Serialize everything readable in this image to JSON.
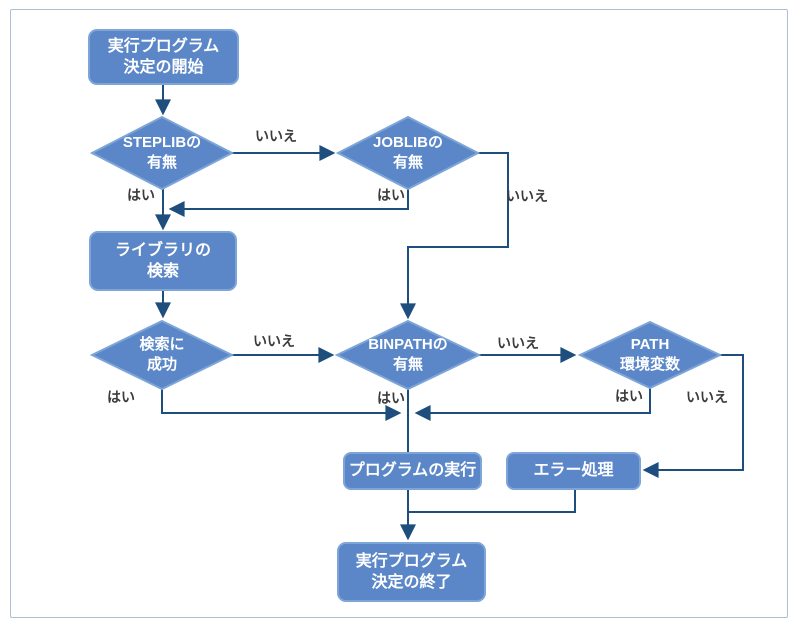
{
  "diagram": {
    "nodes": {
      "start": {
        "label": "実行プログラム\n決定の開始",
        "type": "process"
      },
      "steplib": {
        "label": "STEPLIBの\n有無",
        "type": "decision"
      },
      "joblib": {
        "label": "JOBLIBの\n有無",
        "type": "decision"
      },
      "library": {
        "label": "ライブラリの\n検索",
        "type": "process"
      },
      "search": {
        "label": "検索に\n成功",
        "type": "decision"
      },
      "binpath": {
        "label": "BINPATHの\n有無",
        "type": "decision"
      },
      "path": {
        "label": "PATH\n環境変数",
        "type": "decision"
      },
      "exec": {
        "label": "プログラムの実行",
        "type": "process"
      },
      "error": {
        "label": "エラー処理",
        "type": "process"
      },
      "end": {
        "label": "実行プログラム\n決定の終了",
        "type": "process"
      }
    },
    "edge_labels": {
      "steplib_no": "いいえ",
      "steplib_yes": "はい",
      "joblib_no": "いいえ",
      "joblib_yes": "はい",
      "search_no": "いいえ",
      "search_yes": "はい",
      "binpath_no": "いいえ",
      "binpath_yes": "はい",
      "path_no": "いいえ",
      "path_yes": "はい"
    },
    "edges": [
      {
        "from": "start",
        "to": "steplib",
        "label": ""
      },
      {
        "from": "steplib",
        "to": "joblib",
        "label": "いいえ"
      },
      {
        "from": "steplib",
        "to": "library",
        "label": "はい"
      },
      {
        "from": "joblib",
        "to": "library",
        "label": "はい"
      },
      {
        "from": "joblib",
        "to": "binpath",
        "label": "いいえ"
      },
      {
        "from": "library",
        "to": "search",
        "label": ""
      },
      {
        "from": "search",
        "to": "binpath",
        "label": "いいえ"
      },
      {
        "from": "search",
        "to": "exec",
        "label": "はい"
      },
      {
        "from": "binpath",
        "to": "path",
        "label": "いいえ"
      },
      {
        "from": "binpath",
        "to": "exec",
        "label": "はい"
      },
      {
        "from": "path",
        "to": "exec",
        "label": "はい"
      },
      {
        "from": "path",
        "to": "error",
        "label": "いいえ"
      },
      {
        "from": "exec",
        "to": "end",
        "label": ""
      },
      {
        "from": "error",
        "to": "end",
        "label": ""
      }
    ],
    "colors": {
      "node_fill": "#5b87c8",
      "node_stroke": "#7da5d8",
      "connector": "#1d4e7e",
      "label_text": "#3b3b3b",
      "node_text": "#ffffff",
      "frame_border": "#aebfd1",
      "page_bg": "#ffffff"
    }
  }
}
